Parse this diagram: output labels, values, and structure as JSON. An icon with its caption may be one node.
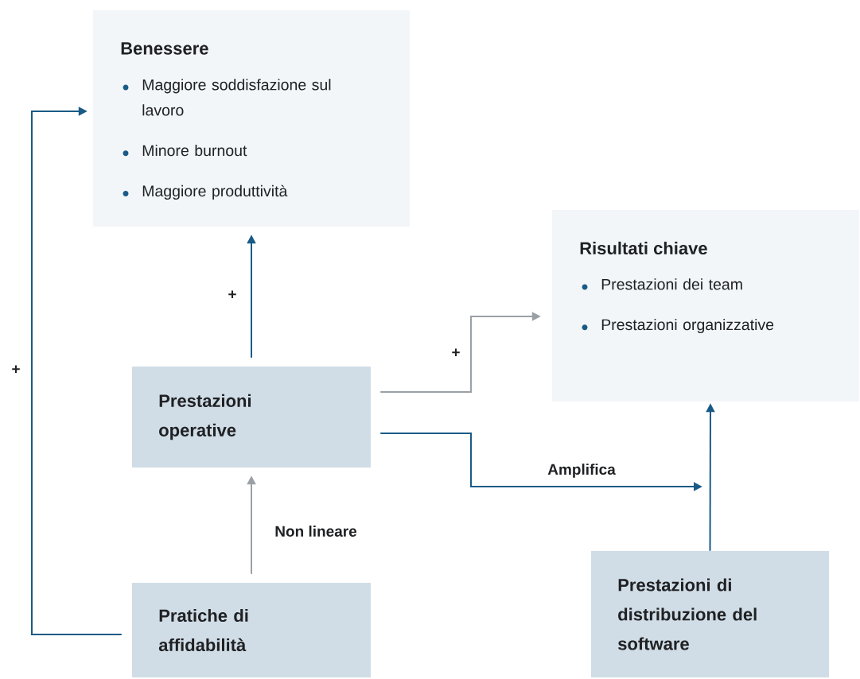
{
  "diagram": {
    "nodes": [
      {
        "text": [
          "Benessere",
          "Maggiore soddisfazione sul lavoro",
          "Minore burnout",
          "Maggiore produttività"
        ]
      },
      {
        "text": [
          "Risultati chiave",
          "Prestazioni dei team",
          "Prestazioni organizzative"
        ]
      },
      {
        "text": [
          "Prestazioni operative"
        ]
      },
      {
        "text": [
          "Pratiche di affidabilità"
        ]
      },
      {
        "text": [
          "Prestazioni di distribuzione del software"
        ]
      }
    ],
    "edges": [
      {
        "from": 2,
        "to": 0,
        "arrow": "to",
        "label": "+"
      },
      {
        "from": 2,
        "to": 1,
        "arrow": "to",
        "label": "+",
        "color": "#9aa0a6"
      },
      {
        "from": 3,
        "to": 2,
        "arrow": "to",
        "label": "Non lineare",
        "color": "#9aa0a6"
      },
      {
        "from": 3,
        "to": 0,
        "arrow": "to",
        "label": "+"
      },
      {
        "from": 2,
        "to": null,
        "arrow": "to",
        "label": "Amplifica"
      },
      {
        "from": 4,
        "to": 1,
        "arrow": "to"
      }
    ]
  }
}
